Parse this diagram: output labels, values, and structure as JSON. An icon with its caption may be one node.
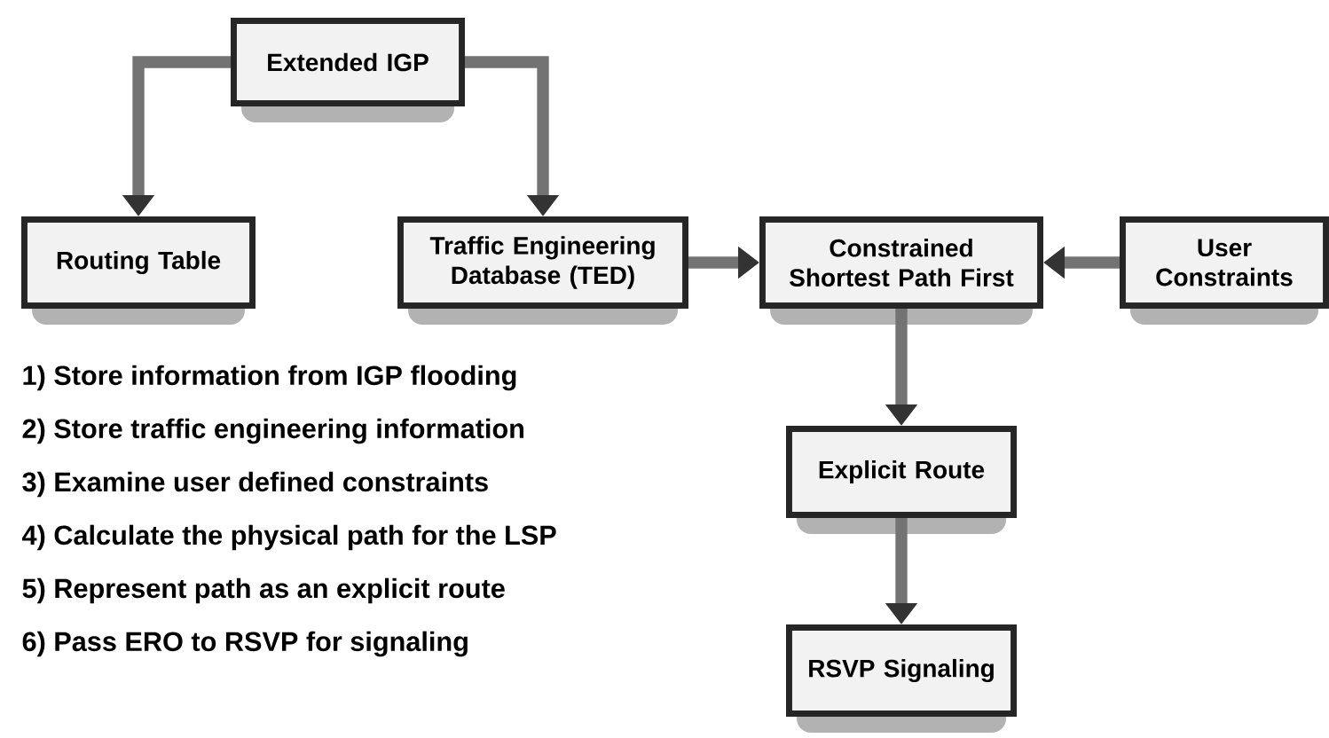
{
  "diagram": {
    "nodes": [
      {
        "text": [
          "Extended IGP"
        ]
      },
      {
        "text": [
          "Routing Table"
        ]
      },
      {
        "text": [
          "Traffic Engineering Database (TED)"
        ]
      },
      {
        "text": [
          "Constrained Shortest Path First"
        ]
      },
      {
        "text": [
          "User Constraints"
        ]
      },
      {
        "text": [
          "Explicit Route"
        ]
      },
      {
        "text": [
          "RSVP Signaling"
        ]
      }
    ],
    "edges": [
      {
        "from": 0,
        "to": 1,
        "arrow": "to"
      },
      {
        "from": 0,
        "to": 2,
        "arrow": "to"
      },
      {
        "from": 2,
        "to": 3,
        "arrow": "to"
      },
      {
        "from": 4,
        "to": 3,
        "arrow": "to"
      },
      {
        "from": 3,
        "to": 5,
        "arrow": "to"
      },
      {
        "from": 5,
        "to": 6,
        "arrow": "to"
      }
    ],
    "labels": [
      "1) Store information from IGP flooding",
      "2) Store traffic engineering information",
      "3) Examine user defined constraints",
      "4) Calculate the physical path for the LSP",
      "5) Represent path as an explicit route",
      "6) Pass ERO to RSVP for signaling"
    ]
  }
}
